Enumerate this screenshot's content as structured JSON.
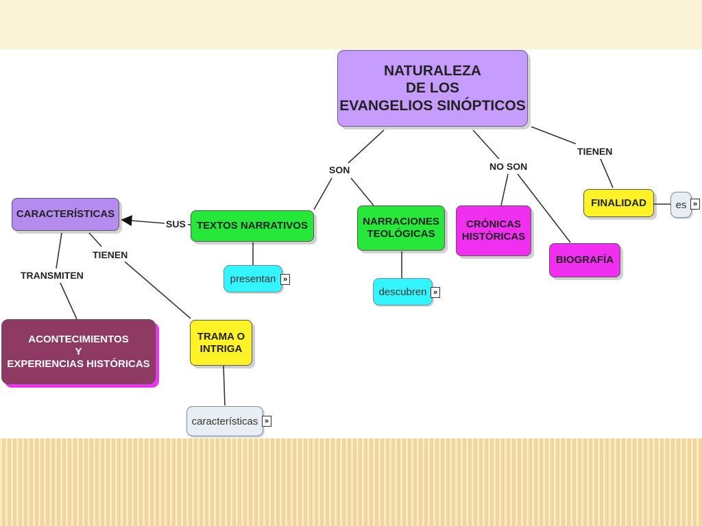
{
  "colors": {
    "root": "#c79cff",
    "green": "#27e83a",
    "magenta": "#f02ff0",
    "yellow": "#fff227",
    "lavender": "#b48cf0",
    "maroon": "#8e3a63",
    "cyan": "#33f5ff",
    "pale": "#e8eef3"
  },
  "nodes": {
    "root": "NATURALEZA\nDE LOS\nEVANGELIOS SINÓPTICOS",
    "caracteristicas": "CARACTERÍSTICAS",
    "textos_narrativos": "TEXTOS NARRATIVOS",
    "narraciones_teologicas": "NARRACIONES\nTEOLÓGICAS",
    "cronicas_historicas": "CRÓNICAS\nHISTÓRICAS",
    "biografia": "BIOGRAFÍA",
    "finalidad": "FINALIDAD",
    "acontecimientos": "ACONTECIMIENTOS\nY\nEXPERIENCIAS HISTÓRICAS",
    "trama": "TRAMA O\nINTRIGA"
  },
  "link_labels": {
    "son": "SON",
    "no_son": "NO SON",
    "tienen_top": "TIENEN",
    "sus": "SUS",
    "transmiten": "TRANSMITEN",
    "tienen_left": "TIENEN"
  },
  "sub_nodes": {
    "presentan": "presentan",
    "descubren": "descubren",
    "es": "es",
    "caracteristicas_sub": "características"
  },
  "expand_glyph": "»"
}
